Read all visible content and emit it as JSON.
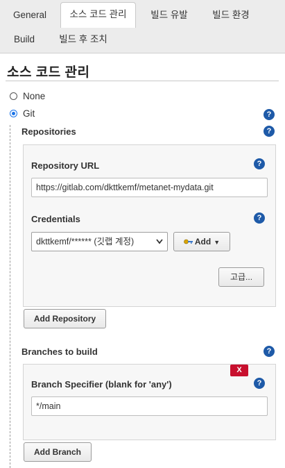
{
  "tabs": [
    {
      "label": "General"
    },
    {
      "label": "소스 코드 관리"
    },
    {
      "label": "빌드 유발"
    },
    {
      "label": "빌드 환경"
    },
    {
      "label": "Build"
    },
    {
      "label": "빌드 후 조치"
    }
  ],
  "active_tab": "소스 코드 관리",
  "section": {
    "title": "소스 코드 관리"
  },
  "scm": {
    "options": [
      {
        "label": "None",
        "selected": false
      },
      {
        "label": "Git",
        "selected": true
      }
    ]
  },
  "repositories": {
    "label": "Repositories",
    "url_label": "Repository URL",
    "url_value": "https://gitlab.com/dkttkemf/metanet-mydata.git",
    "credentials_label": "Credentials",
    "credentials_value": "dkttkemf/****** (깃랩 계정)",
    "add_label": "Add",
    "advanced_label": "고급...",
    "add_repository_label": "Add Repository"
  },
  "branches": {
    "label": "Branches to build",
    "delete_label": "X",
    "specifier_label": "Branch Specifier (blank for 'any')",
    "specifier_value": "*/main",
    "add_branch_label": "Add Branch"
  },
  "help_glyph": "?",
  "colors": {
    "help_blue": "#1e5aa8",
    "radio_blue": "#1a73e8",
    "delete_red": "#c8102e"
  }
}
